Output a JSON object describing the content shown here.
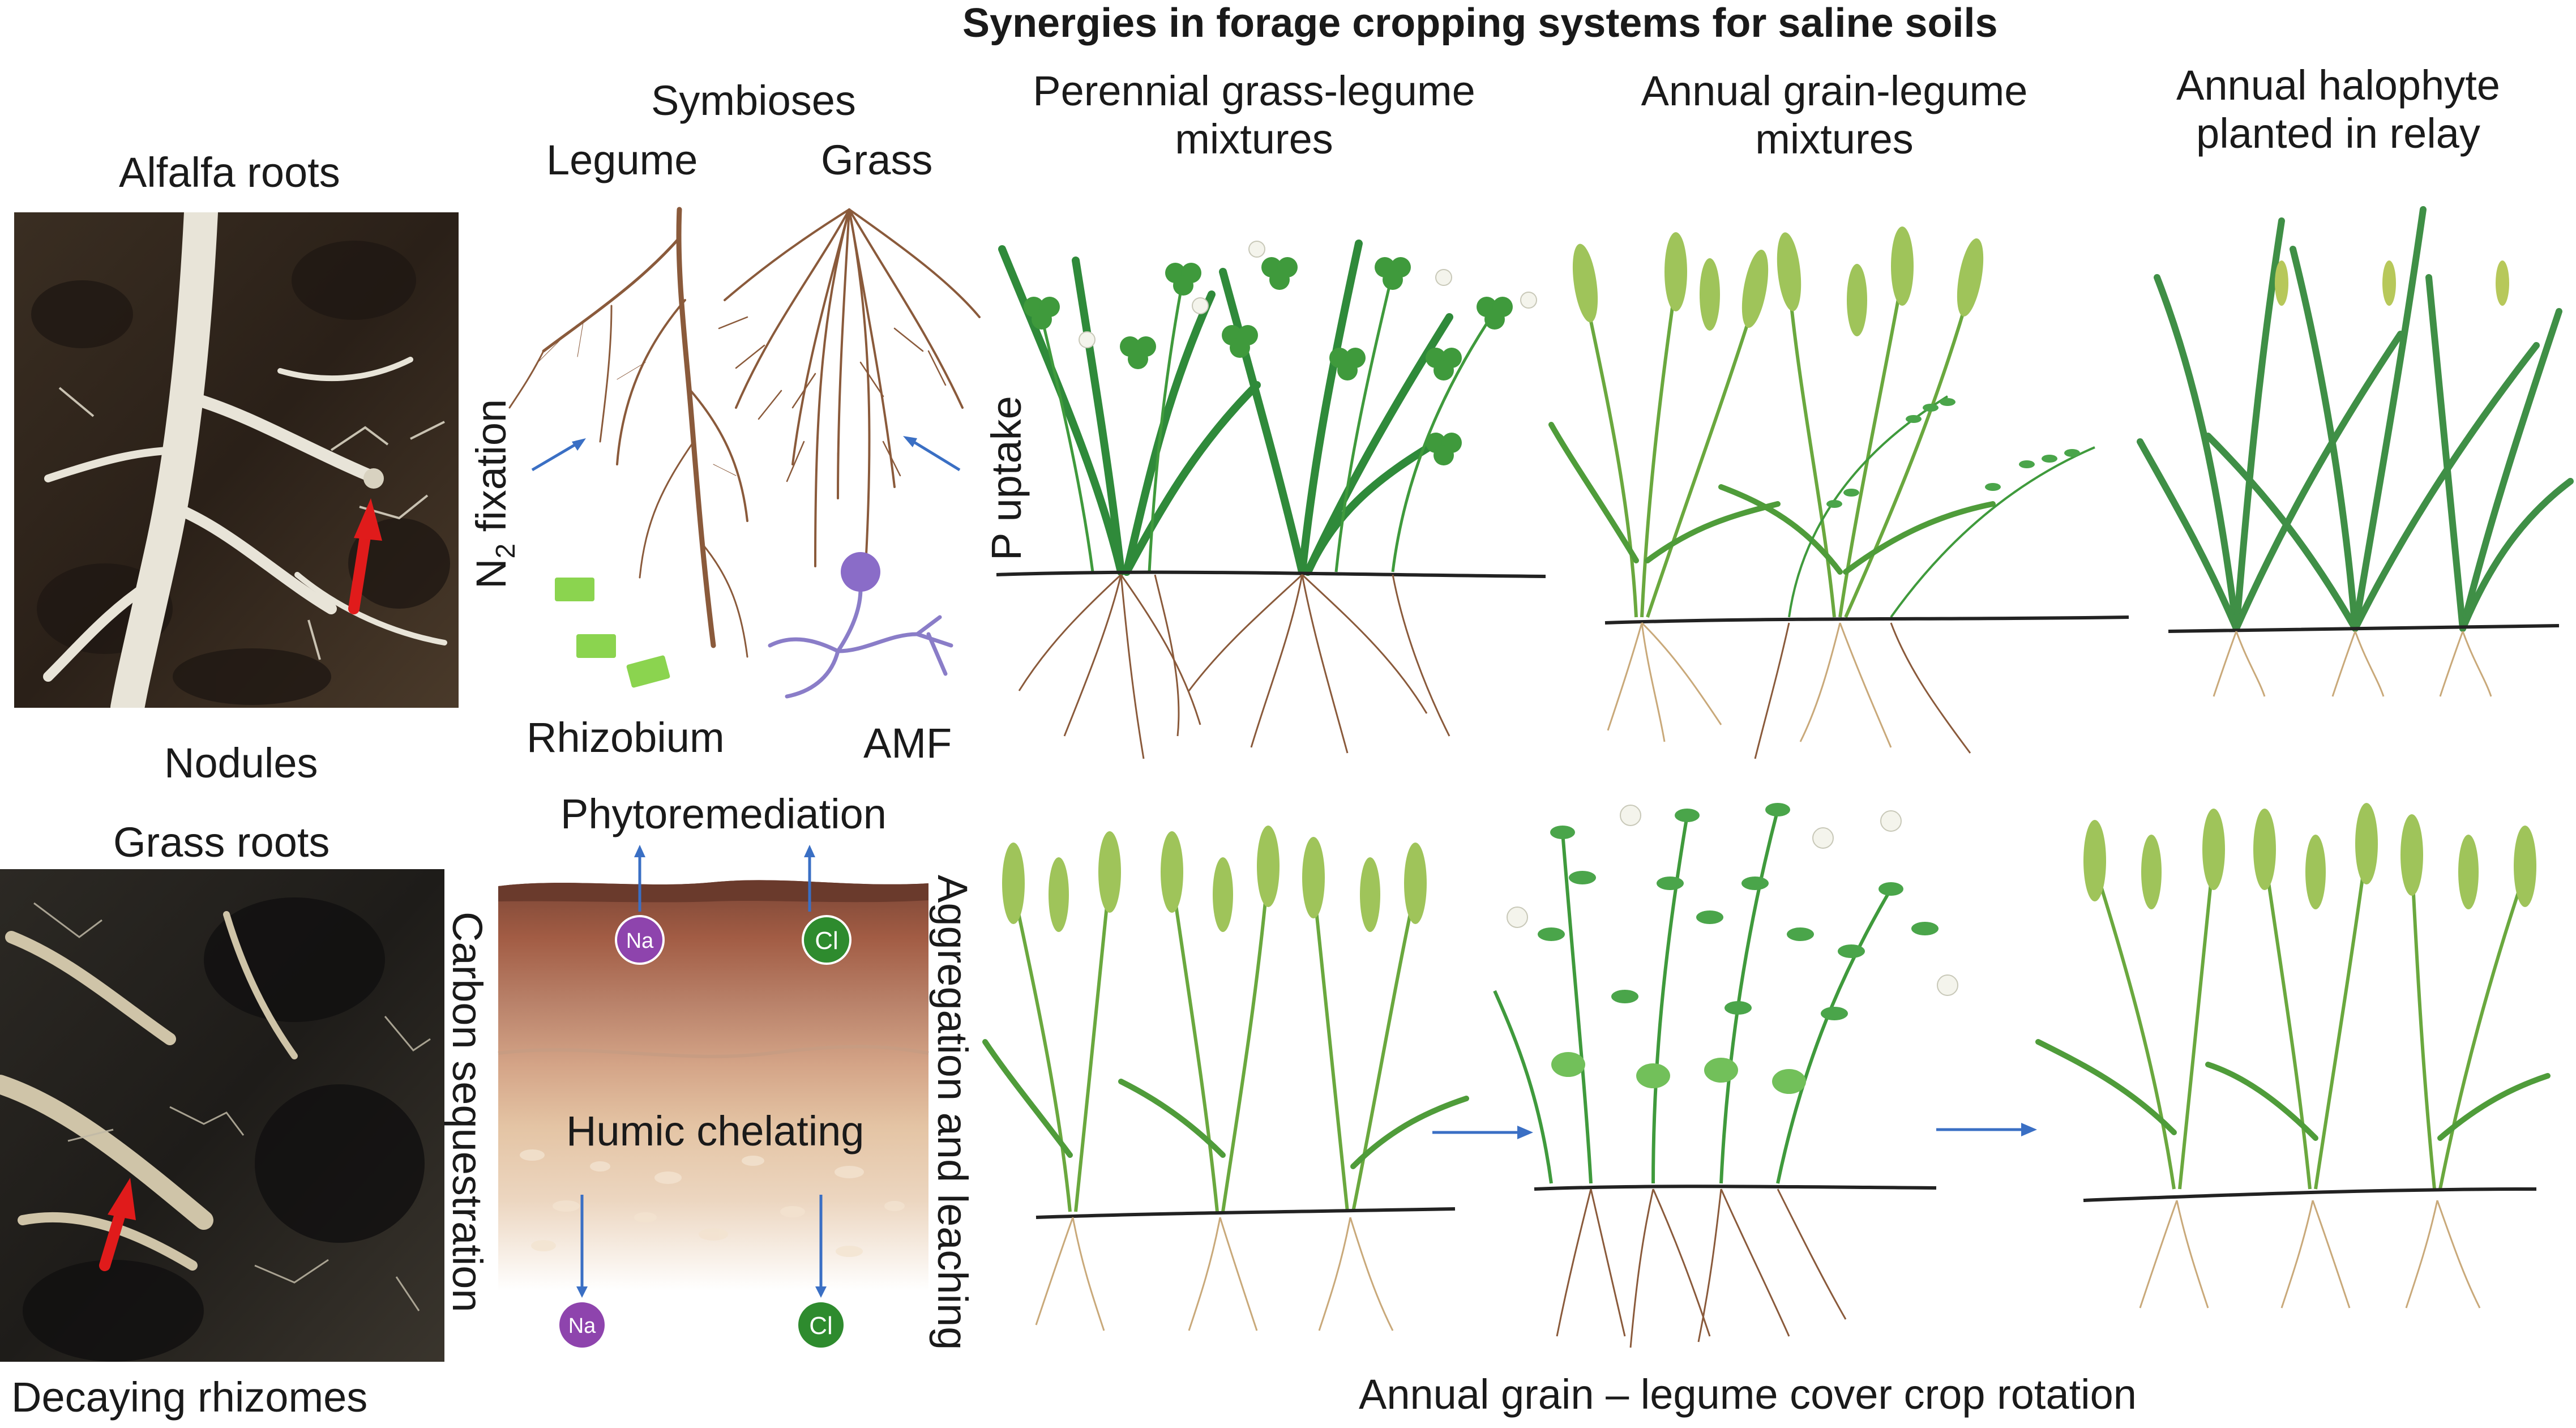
{
  "title": "Synergies in forage cropping systems for saline soils",
  "photos": {
    "alfalfa_roots": "Alfalfa roots",
    "nodules": "Nodules",
    "grass_roots": "Grass roots",
    "decaying_rhizomes": "Decaying rhizomes"
  },
  "symbioses": {
    "heading": "Symbioses",
    "legume": "Legume",
    "grass": "Grass",
    "n2_fixation_prefix": "N",
    "n2_fixation_sub": "2",
    "n2_fixation_suffix": " fixation",
    "p_uptake": "P uptake",
    "rhizobium": "Rhizobium",
    "amf": "AMF"
  },
  "soil": {
    "phytoremediation": "Phytoremediation",
    "carbon_sequestration": "Carbon sequestration",
    "aggregation_leaching": "Aggregation and leaching",
    "humic_chelating": "Humic chelating",
    "ion_na": "Na",
    "ion_cl": "Cl"
  },
  "systems": {
    "perennial_line1": "Perennial grass-legume",
    "perennial_line2": "mixtures",
    "annual_line1": "Annual grain-legume",
    "annual_line2": "mixtures",
    "halophyte_line1": "Annual halophyte",
    "halophyte_line2": "planted in relay",
    "rotation": "Annual grain – legume cover crop rotation"
  },
  "colors": {
    "root_brown": "#8a5a3b",
    "leaf_green": "#3f9a3c",
    "grain_green": "#8fb34a",
    "arrow_blue": "#3a6fc4",
    "na_purple": "#8e44ad",
    "cl_green": "#2e8b2e",
    "soil_dark": "#7a4636",
    "soil_mid": "#b9826a",
    "soil_light": "#e4c4a4"
  }
}
